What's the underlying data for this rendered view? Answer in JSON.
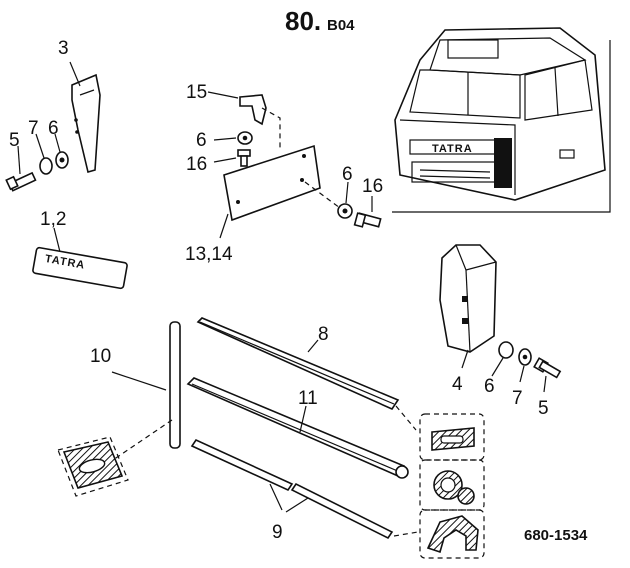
{
  "title": {
    "main": "80.",
    "sub": "B04"
  },
  "drawing_code": "680-1534",
  "brand_text": "TATRA",
  "labels": {
    "p3": "3",
    "p5a": "5",
    "p7a": "7",
    "p6a": "6",
    "p12": "1,2",
    "p15": "15",
    "p6b": "6",
    "p16a": "16",
    "p1314": "13,14",
    "p6c": "6",
    "p16b": "16",
    "p10": "10",
    "p8": "8",
    "p11": "11",
    "p9": "9",
    "p4": "4",
    "p6d": "6",
    "p7b": "7",
    "p5b": "5"
  }
}
